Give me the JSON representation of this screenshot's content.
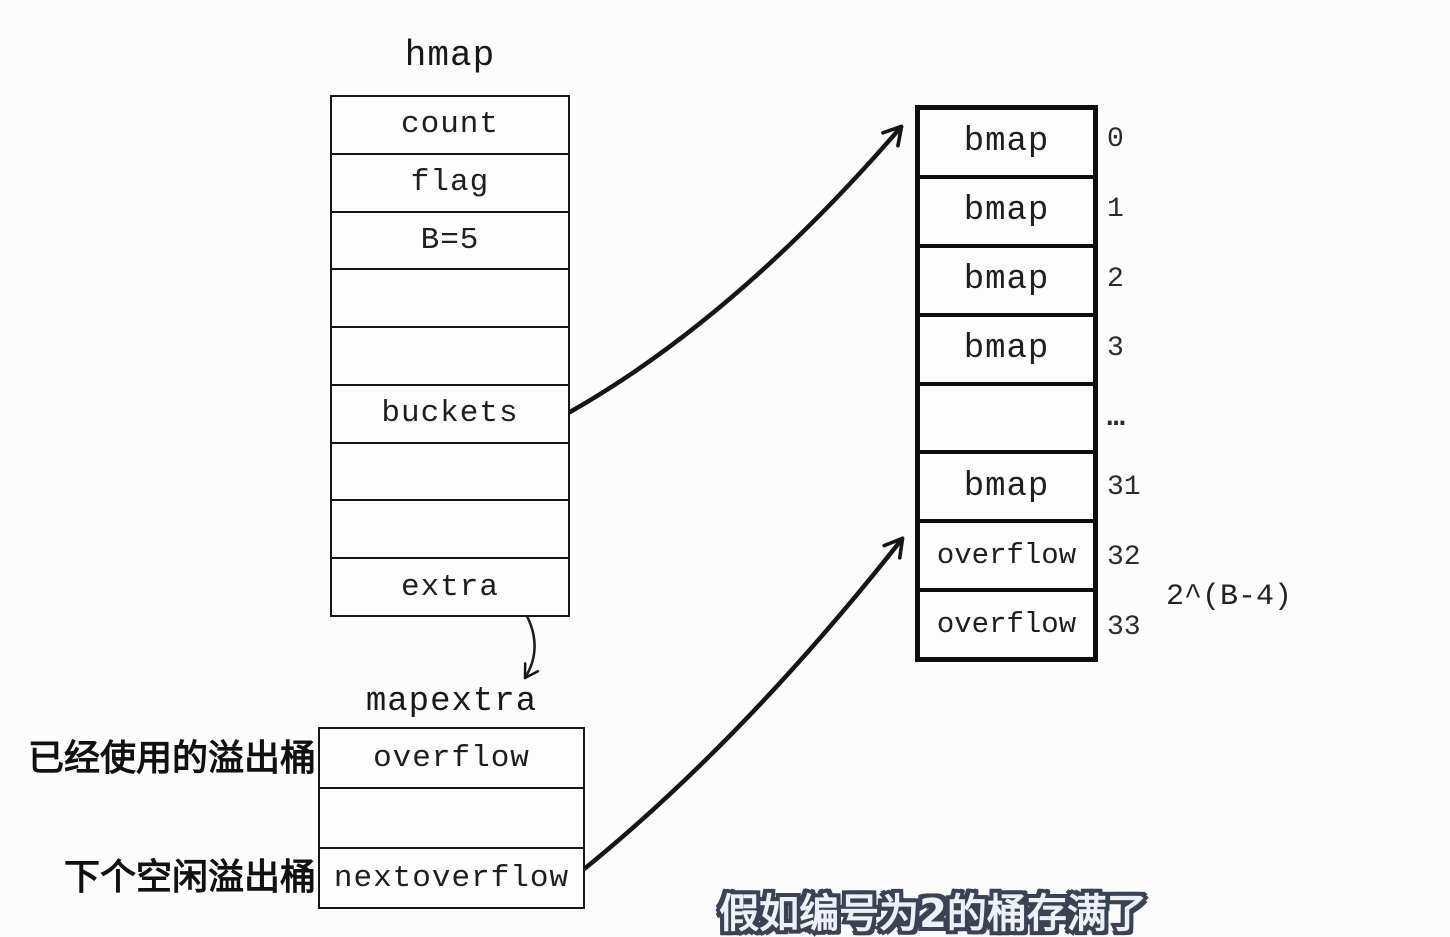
{
  "hmap": {
    "title": "hmap",
    "rows": [
      "count",
      "flag",
      "B=5",
      "",
      "",
      "buckets",
      "",
      "",
      "extra"
    ]
  },
  "bucket_array": {
    "rows": [
      {
        "label": "bmap",
        "index": "0"
      },
      {
        "label": "bmap",
        "index": "1"
      },
      {
        "label": "bmap",
        "index": "2"
      },
      {
        "label": "bmap",
        "index": "3"
      },
      {
        "label": "",
        "index": "…"
      },
      {
        "label": "bmap",
        "index": "31"
      },
      {
        "label": "overflow",
        "index": "32"
      },
      {
        "label": "overflow",
        "index": "33"
      }
    ],
    "size_note": "2^(B-4)"
  },
  "mapextra": {
    "title": "mapextra",
    "rows": [
      "overflow",
      "",
      "nextoverflow"
    ]
  },
  "annotations": {
    "used_overflow_label": "已经使用的溢出桶",
    "next_free_overflow_label": "下个空闲溢出桶",
    "subtitle": "假如编号为2的桶存满了"
  },
  "colors": {
    "ink": "#1a1a1a",
    "background": "#fcfcfc",
    "subtitle_fill": "#eef1f7",
    "subtitle_stroke": "#3b4254"
  }
}
